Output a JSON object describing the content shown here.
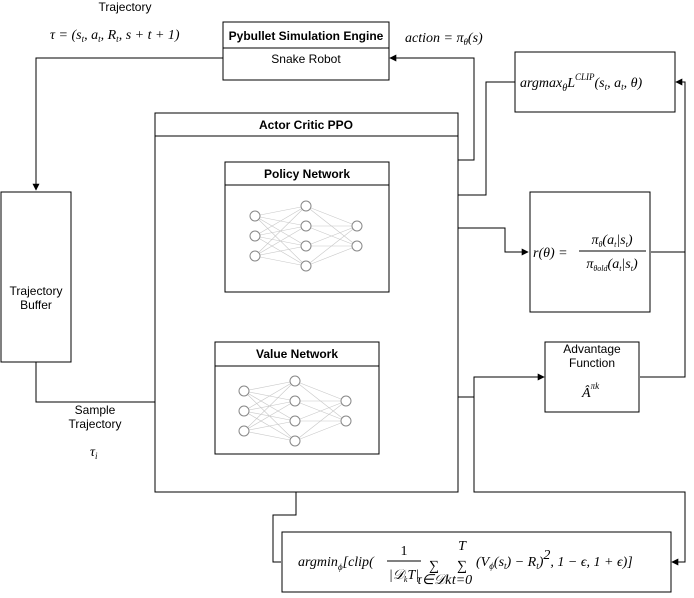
{
  "labels": {
    "trajectory_top": "Trajectory",
    "sim_title": "Pybullet Simulation Engine",
    "sim_sub": "Snake Robot",
    "ppo_title": "Actor Critic PPO",
    "policy_title": "Policy Network",
    "value_title": "Value Network",
    "buffer_line1": "Trajectory",
    "buffer_line2": "Buffer",
    "sample_line1": "Sample",
    "sample_line2": "Trajectory",
    "adv_line1": "Advantage",
    "adv_line2": "Function"
  },
  "math": {
    "tau_def": "τ = (s_t, a_t, R_t, s + t + 1)",
    "action_def": "action = π_θ(s)",
    "argmax": "argmax_θ L^CLIP(s_t, a_t, θ)",
    "ratio": "r(θ) = π_θ(a_t|s_t) / π_θ_old(a_t|s_t)",
    "advantage": "Â^π_k",
    "tau_i": "τ_i",
    "argmin": "argmin_φ[clip(1/|D_k T| Σ_{τ∈D_k} Σ_{t=0}^{T} (V_φ(s_t) − R_t)^2, 1 − ε, 1 + ε)]"
  },
  "colors": {
    "line": "#000000",
    "node_stroke": "#888888",
    "node_link": "#c8c8c8"
  }
}
